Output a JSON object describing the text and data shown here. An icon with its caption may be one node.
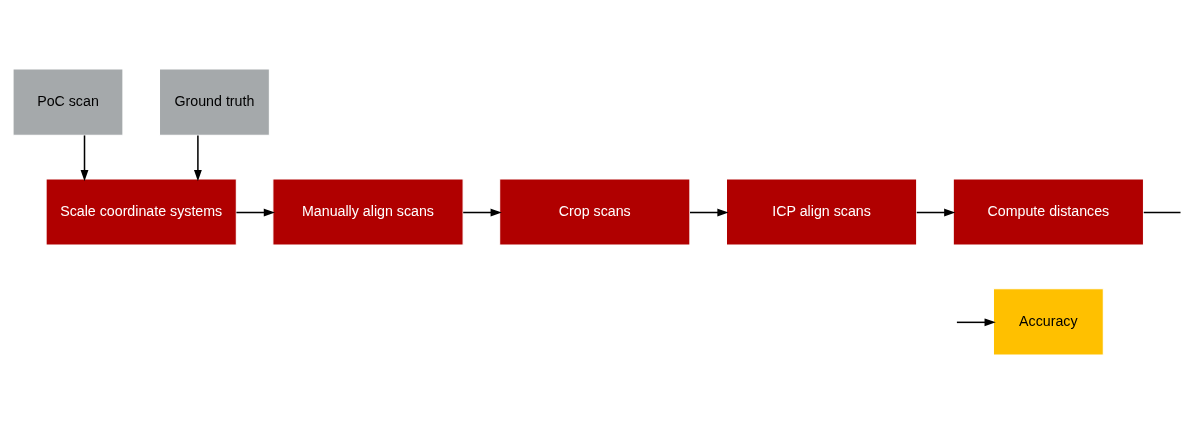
{
  "diagram": {
    "nodes": [
      {
        "text": [
          "PoC scan"
        ]
      },
      {
        "text": [
          "Ground truth"
        ]
      },
      {
        "text": [
          "Scale coordinate systems"
        ]
      },
      {
        "text": [
          "Manually align scans"
        ]
      },
      {
        "text": [
          "Crop scans"
        ]
      },
      {
        "text": [
          "ICP align scans"
        ]
      },
      {
        "text": [
          "Compute distances"
        ]
      },
      {
        "text": [
          "Accuracy"
        ]
      }
    ],
    "edges": [
      {
        "from": 0,
        "to": 2,
        "arrow": "to"
      },
      {
        "from": 1,
        "to": 2,
        "arrow": "to"
      },
      {
        "from": 2,
        "to": 3,
        "arrow": "to"
      },
      {
        "from": 3,
        "to": 4,
        "arrow": "to"
      },
      {
        "from": 4,
        "to": 5,
        "arrow": "to"
      },
      {
        "from": 5,
        "to": 6,
        "arrow": "to"
      },
      {
        "from": 6,
        "to": null,
        "arrow": "none"
      },
      {
        "from": null,
        "to": 7,
        "arrow": "to"
      }
    ]
  }
}
